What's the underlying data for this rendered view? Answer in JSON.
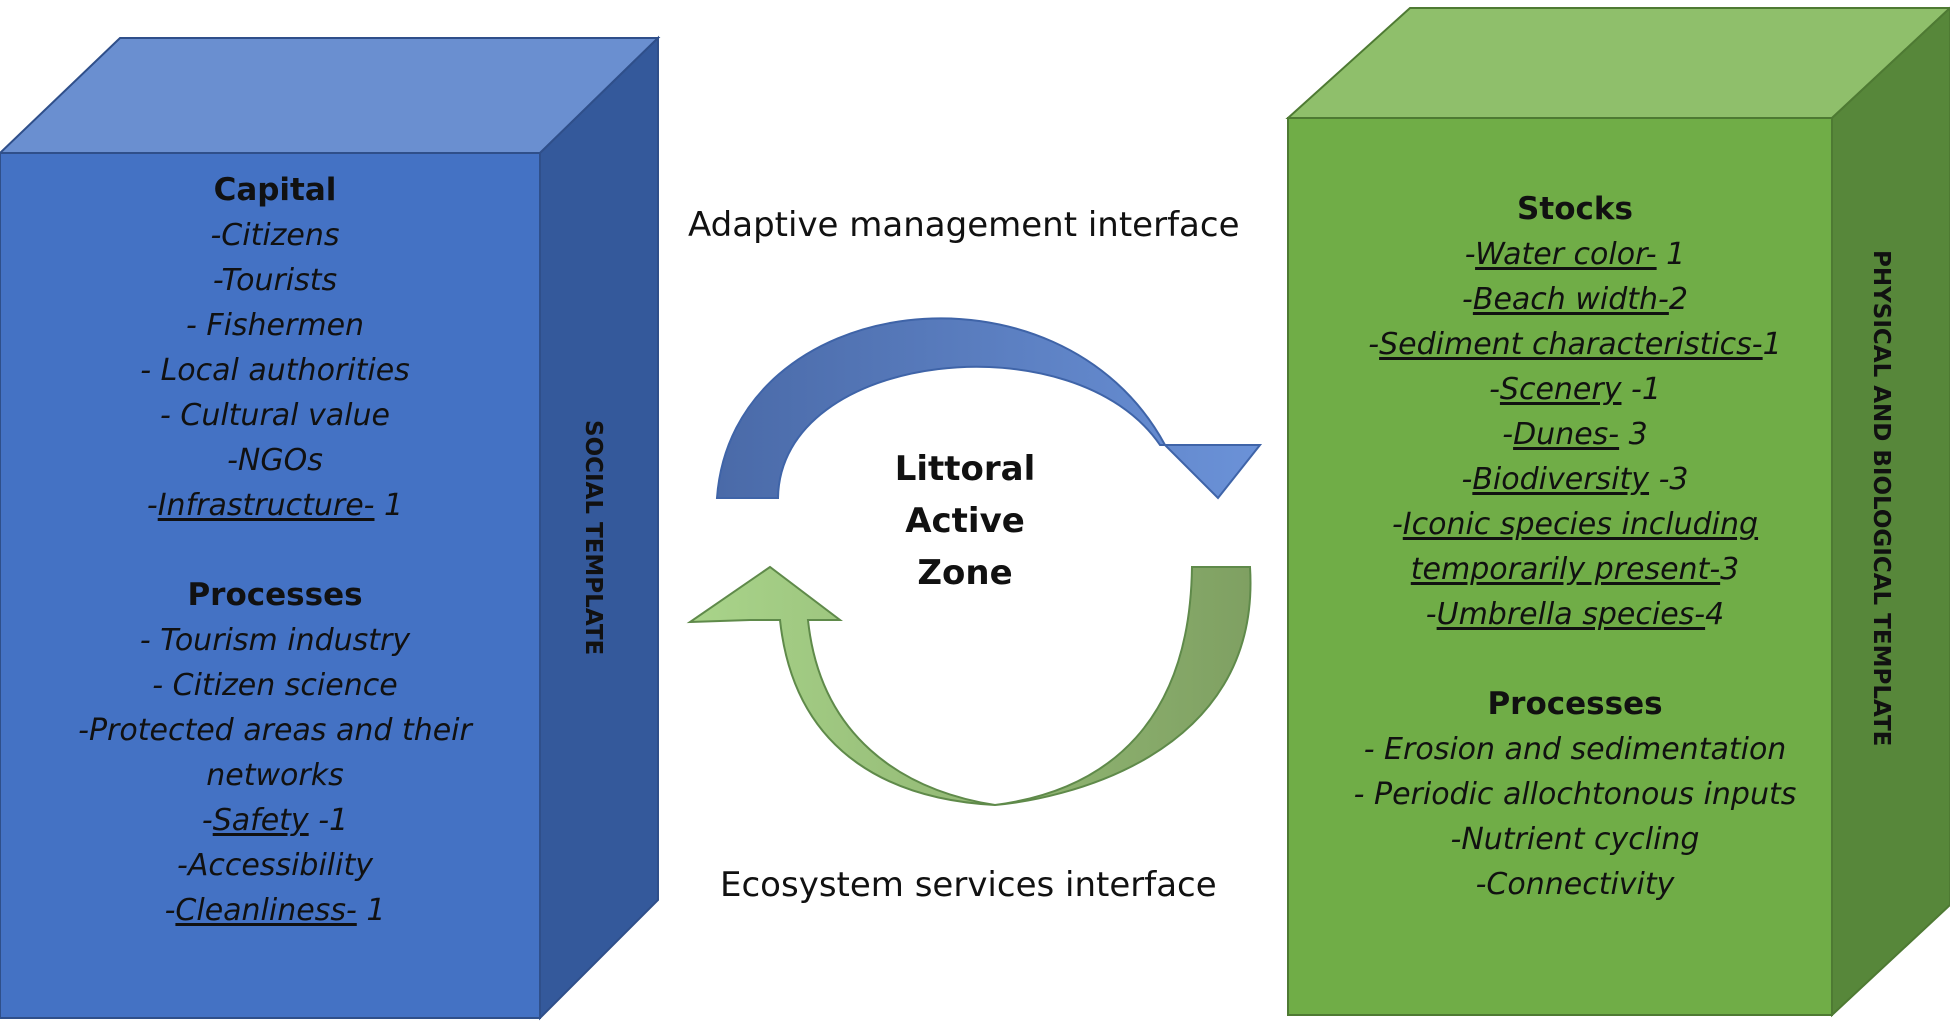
{
  "center": {
    "line1": "Littoral",
    "line2": "Active",
    "line3": "Zone"
  },
  "interfaces": {
    "top": "Adaptive management interface",
    "bottom": "Ecosystem services interface"
  },
  "social": {
    "side_label": "SOCIAL TEMPLATE",
    "capital_heading": "Capital",
    "capital_items": [
      {
        "pre": "-Citizens",
        "ul": "",
        "post": ""
      },
      {
        "pre": "-Tourists",
        "ul": "",
        "post": ""
      },
      {
        "pre": "- Fishermen",
        "ul": "",
        "post": ""
      },
      {
        "pre": "- Local authorities",
        "ul": "",
        "post": ""
      },
      {
        "pre": "- Cultural value",
        "ul": "",
        "post": ""
      },
      {
        "pre": "-NGOs",
        "ul": "",
        "post": ""
      },
      {
        "pre": "-",
        "ul": "Infrastructure-",
        "post": " 1"
      }
    ],
    "processes_heading": "Processes",
    "process_items": [
      {
        "pre": "- Tourism industry",
        "ul": "",
        "post": ""
      },
      {
        "pre": "- Citizen science",
        "ul": "",
        "post": ""
      },
      {
        "pre": "-Protected areas and their networks",
        "ul": "",
        "post": "",
        "wrap": true
      },
      {
        "pre": "-",
        "ul": "Safety",
        "post": " -1"
      },
      {
        "pre": "-Accessibility",
        "ul": "",
        "post": ""
      },
      {
        "pre": "-",
        "ul": "Cleanliness-",
        "post": " 1"
      }
    ],
    "colors": {
      "front": "#4472c4",
      "top": "#6a8fd0",
      "side": "#34599b"
    }
  },
  "physical": {
    "side_label": "PHYSICAL AND BIOLOGICAL TEMPLATE",
    "stocks_heading": "Stocks",
    "stock_items": [
      {
        "pre": "-",
        "ul": "Water color-",
        "post": " 1"
      },
      {
        "pre": "-",
        "ul": "Beach width-",
        "post": "2"
      },
      {
        "pre": "-",
        "ul": "Sediment characteristics-",
        "post": "1"
      },
      {
        "pre": "-",
        "ul": "Scenery",
        "post": " -1"
      },
      {
        "pre": "-",
        "ul": "Dunes-",
        "post": " 3"
      },
      {
        "pre": "-",
        "ul": "Biodiversity",
        "post": " -3"
      },
      {
        "pre": "-",
        "ul": "Iconic species including",
        "post": ""
      },
      {
        "pre": "",
        "ul": "temporarily present-",
        "post": "3"
      },
      {
        "pre": "-",
        "ul": "Umbrella species-",
        "post": "4"
      }
    ],
    "processes_heading": "Processes",
    "process_items": [
      {
        "pre": "- Erosion and sedimentation",
        "ul": "",
        "post": ""
      },
      {
        "pre": "- Periodic allochtonous inputs",
        "ul": "",
        "post": ""
      },
      {
        "pre": "-Nutrient cycling",
        "ul": "",
        "post": ""
      },
      {
        "pre": "-Connectivity",
        "ul": "",
        "post": ""
      }
    ],
    "colors": {
      "front": "#70ad47",
      "top": "#8fbf6b",
      "side": "#57873a"
    }
  },
  "arrows": {
    "top_color": "#5b7fc6",
    "bottom_color": "#9dc97c"
  }
}
